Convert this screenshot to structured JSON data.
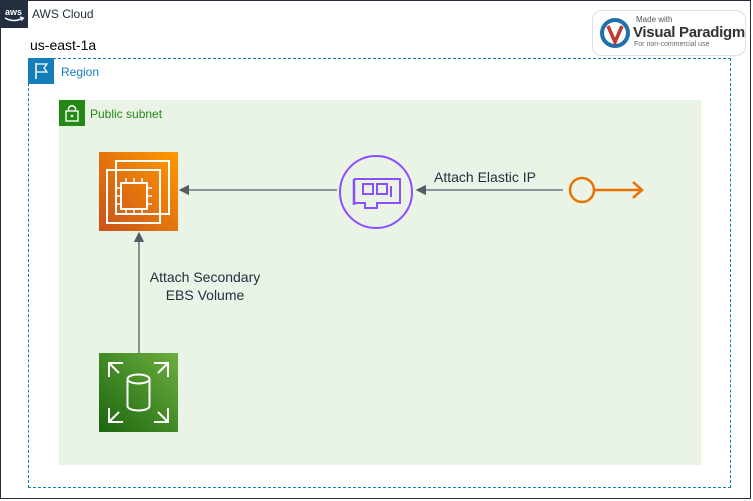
{
  "cloud": {
    "label": "AWS Cloud",
    "badge_icon": "aws-logo-icon",
    "color": "#232f3e"
  },
  "availability_zone": {
    "label": "us-east-1a"
  },
  "region": {
    "label": "Region",
    "badge_icon": "region-flag-icon",
    "color": "#147eba"
  },
  "subnet": {
    "label": "Public subnet",
    "badge_icon": "padlock-icon",
    "color": "#248814",
    "fill": "#e9f3e6"
  },
  "nodes": {
    "ec2": {
      "icon": "ec2-instance-icon"
    },
    "ebs": {
      "icon": "ebs-volume-icon"
    },
    "eni": {
      "icon": "elastic-network-interface-icon"
    },
    "eip": {
      "icon": "elastic-ip-icon"
    }
  },
  "edges": {
    "eip_to_eni": {
      "label": "Attach Elastic IP"
    },
    "eni_to_ec2": {
      "label": ""
    },
    "ebs_to_ec2": {
      "label_line1": "Attach Secondary",
      "label_line2": "EBS Volume"
    }
  },
  "watermark": {
    "made_with": "Made with",
    "brand": "Visual Paradigm",
    "note": "For non-commercial use"
  }
}
